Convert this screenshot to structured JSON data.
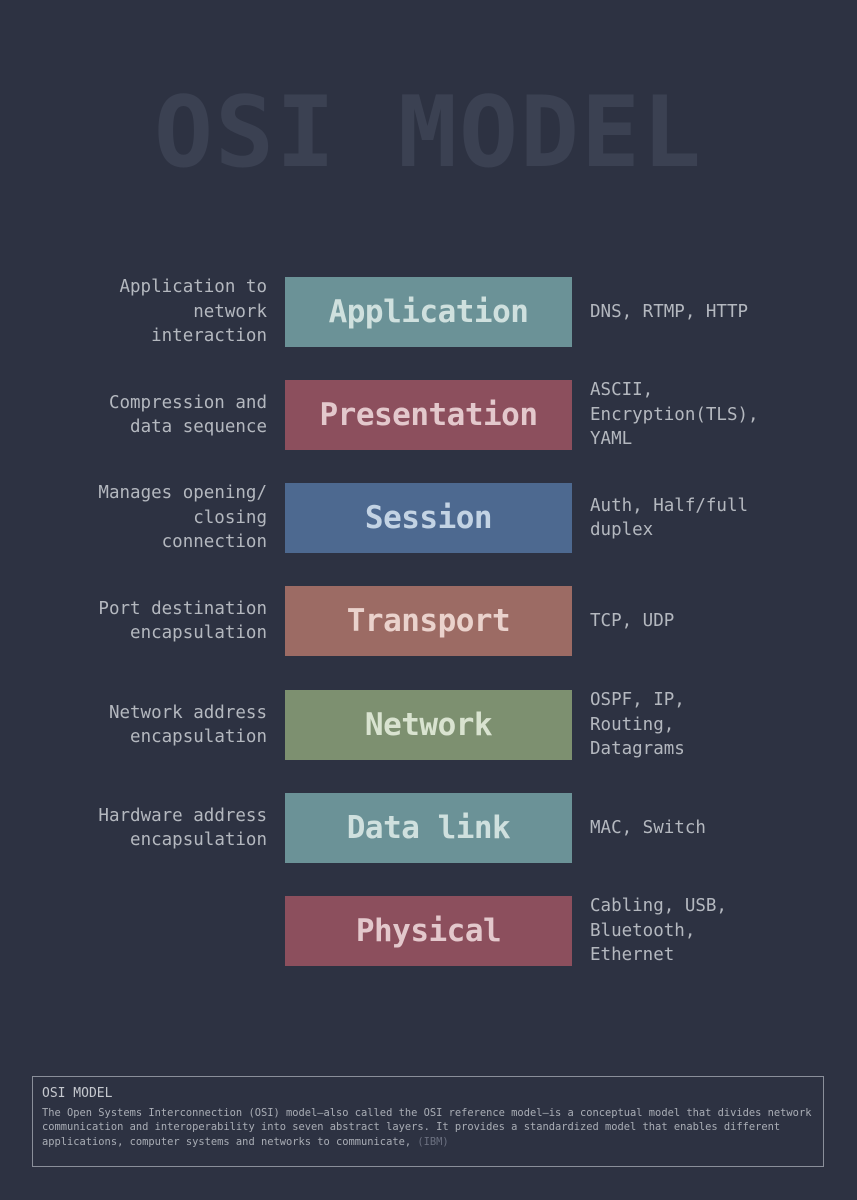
{
  "title": "OSI MODEL",
  "layers": [
    {
      "name": "Application",
      "description": "Application to\nnetwork\ninteraction",
      "protocols": "DNS, RTMP, HTTP",
      "color": "#6b9297",
      "text_color": "#cfe0de"
    },
    {
      "name": "Presentation",
      "description": "Compression and\ndata sequence",
      "protocols": "ASCII,\nEncryption(TLS),\nYAML",
      "color": "#8c4f5d",
      "text_color": "#e3c8cc"
    },
    {
      "name": "Session",
      "description": "Manages opening/\nclosing\nconnection",
      "protocols": "Auth, Half/full\nduplex",
      "color": "#4d6990",
      "text_color": "#c3d3e4"
    },
    {
      "name": "Transport",
      "description": "Port destination\nencapsulation",
      "protocols": "TCP, UDP",
      "color": "#9c6b64",
      "text_color": "#ead2cc"
    },
    {
      "name": "Network",
      "description": "Network address\nencapsulation",
      "protocols": "OSPF, IP,\nRouting,\nDatagrams",
      "color": "#7d9070",
      "text_color": "#d9e3d0"
    },
    {
      "name": "Data link",
      "description": "Hardware address\nencapsulation",
      "protocols": "MAC, Switch",
      "color": "#6b9297",
      "text_color": "#cfe0de"
    },
    {
      "name": "Physical",
      "description": "",
      "protocols": "Cabling, USB,\nBluetooth,\nEthernet",
      "color": "#8c4f5d",
      "text_color": "#e3c8cc"
    }
  ],
  "footer": {
    "title": "OSI MODEL",
    "text": "The Open Systems Interconnection (OSI) model—also called the OSI reference model—is a conceptual model that divides network communication and interoperability into seven abstract layers. It provides a standardized model that enables different applications, computer systems and networks to communicate,",
    "source": "(IBM)"
  },
  "colors": {
    "background": "#2d3242",
    "title": "#3b4152",
    "text": "#b4b8bf"
  }
}
